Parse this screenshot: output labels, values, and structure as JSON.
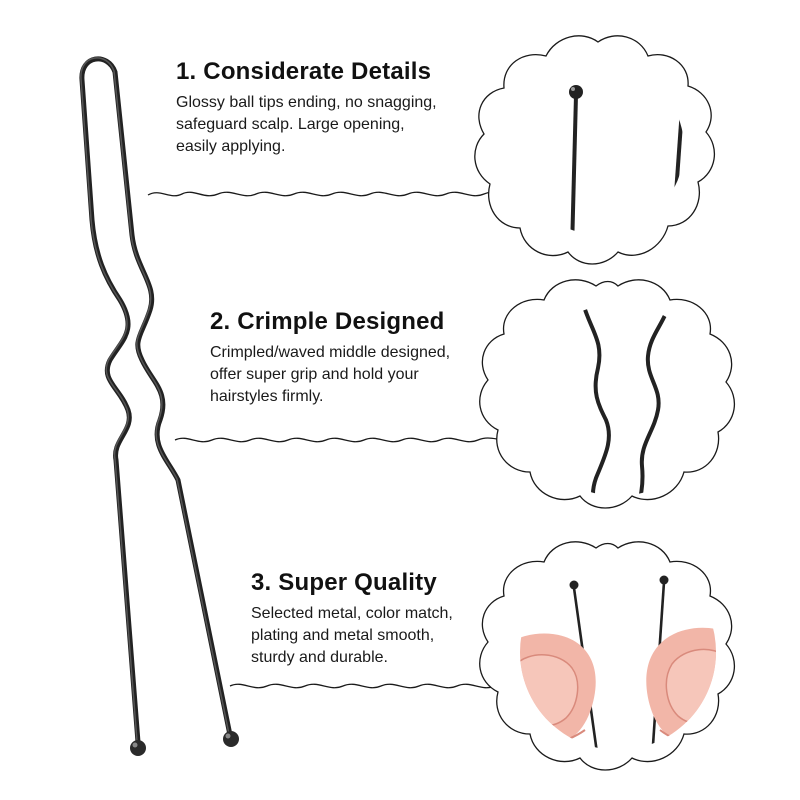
{
  "features": [
    {
      "title": "1. Considerate Details",
      "lines": [
        "Glossy ball tips ending, no snagging,",
        "safeguard scalp. Large opening,",
        "easily applying."
      ]
    },
    {
      "title": "2. Crimple Designed",
      "lines": [
        "Crimpled/waved middle designed,",
        "offer super grip and hold your",
        "hairstyles firmly."
      ]
    },
    {
      "title": "3. Super Quality",
      "lines": [
        "Selected metal, color match,",
        "plating and metal smooth,",
        "sturdy and durable."
      ]
    }
  ],
  "colors": {
    "pin": "#222222",
    "outline": "#1a1a1a",
    "skin": "#f2b6a8",
    "skin_shadow": "#d98a7c",
    "background": "#ffffff"
  }
}
